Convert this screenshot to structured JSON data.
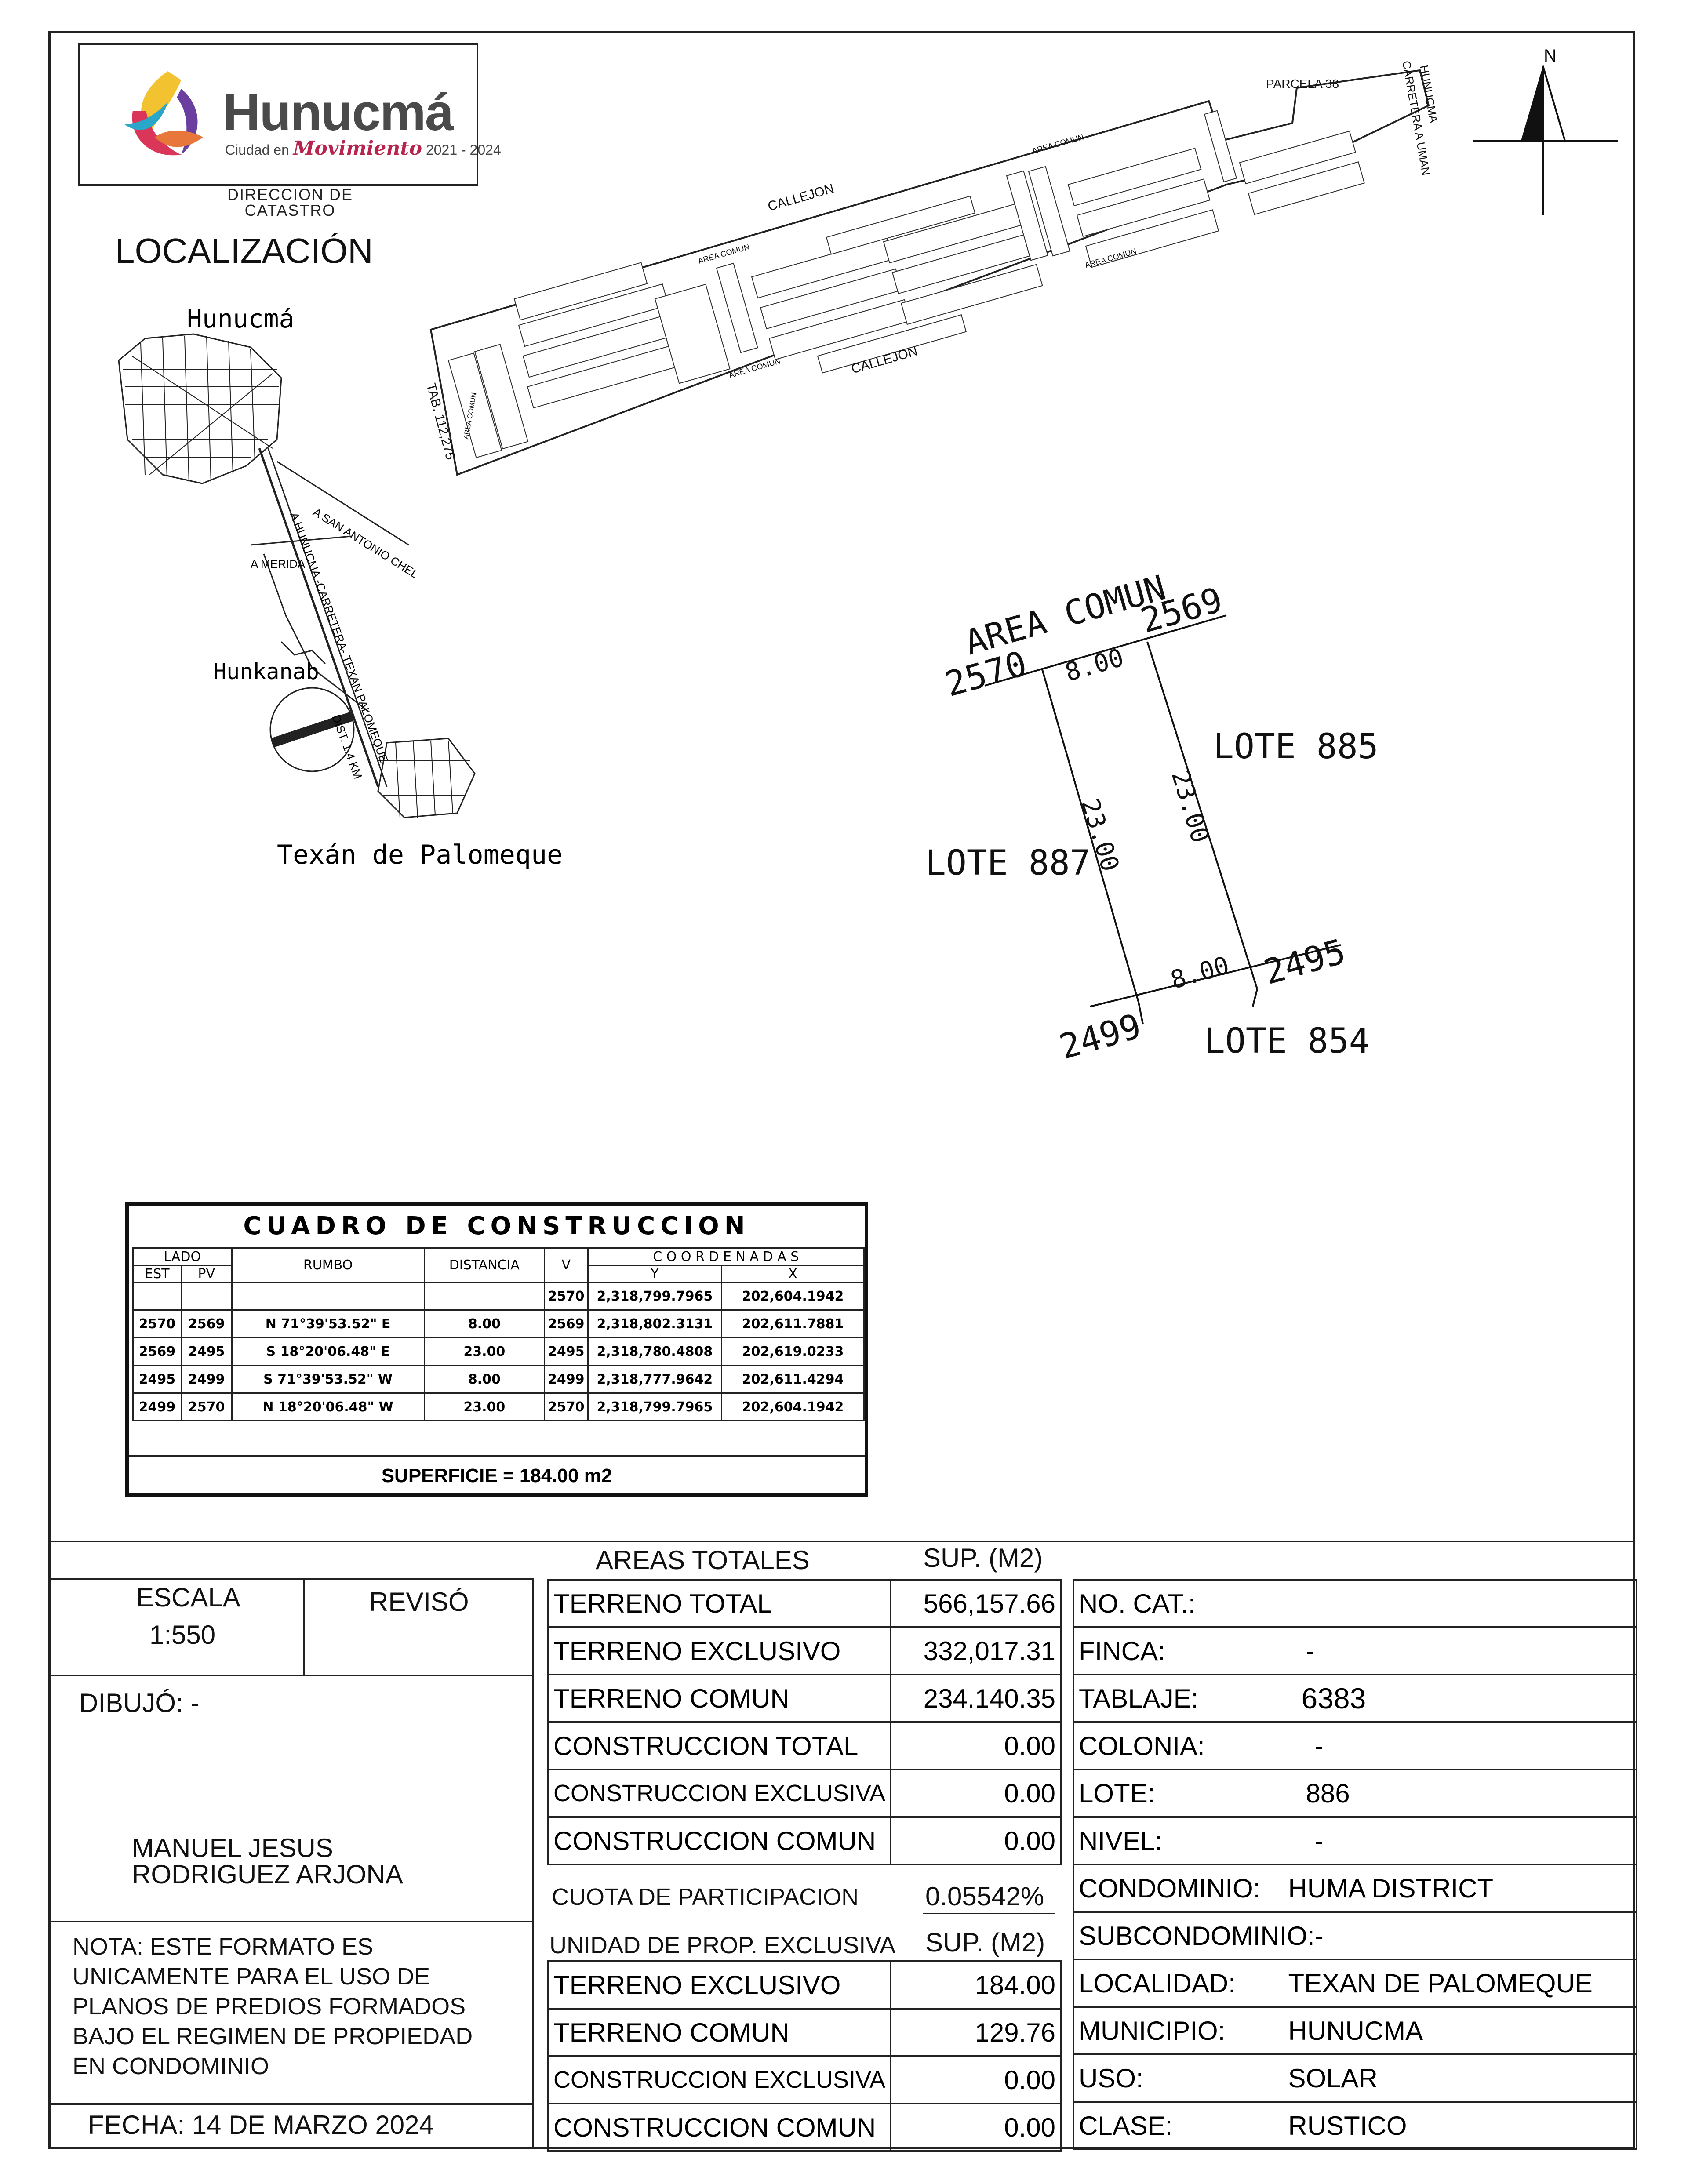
{
  "header": {
    "logo_text": "Hunucmá",
    "logo_sub_prefix": "Ciudad en",
    "logo_sub_script": "Movimiento",
    "logo_years": "2021 - 2024",
    "department": "DIRECCION DE CATASTRO",
    "section_title": "LOCALIZACIÓN"
  },
  "location_map": {
    "towns": [
      "Hunucmá",
      "Hunkanab",
      "Texán de Palomeque"
    ],
    "road_labels": [
      "A SAN ANTONIO CHEL",
      "A MERIDA",
      "A HUNUCMA -CARRETERA- TEXAN PALOMEQUE",
      "DIST. 1.4 KM"
    ]
  },
  "site_plan": {
    "labels": [
      "PARCELA 38",
      "CARRETERA A UMAN",
      "HUNUCMA",
      "CALLEJON",
      "CALLEJON",
      "AREA COMUN",
      "AREA COMUN",
      "AREA COMUN",
      "AREA COMUN",
      "AREA COMUN",
      "TAB. 112,275"
    ]
  },
  "lot_sketch": {
    "area_comun": "AREA COMUN",
    "vertices": [
      "2570",
      "2569",
      "2495",
      "2499"
    ],
    "sides": [
      "8.00",
      "23.00",
      "23.00",
      "8.00"
    ],
    "neighbors": [
      "LOTE 885",
      "LOTE 887",
      "LOTE 854"
    ]
  },
  "construction_table": {
    "title": "CUADRO DE CONSTRUCCION",
    "headers": {
      "lado": "LADO",
      "est": "EST",
      "pv": "PV",
      "rumbo": "RUMBO",
      "distancia": "DISTANCIA",
      "v": "V",
      "coordenadas": "C O O R D E N A D A S",
      "y": "Y",
      "x": "X"
    },
    "first_row": {
      "v": "2570",
      "y": "2,318,799.7965",
      "x": "202,604.1942"
    },
    "rows": [
      {
        "est": "2570",
        "pv": "2569",
        "rumbo": "N 71°39'53.52\" E",
        "distancia": "8.00",
        "v": "2569",
        "y": "2,318,802.3131",
        "x": "202,611.7881"
      },
      {
        "est": "2569",
        "pv": "2495",
        "rumbo": "S 18°20'06.48\" E",
        "distancia": "23.00",
        "v": "2495",
        "y": "2,318,780.4808",
        "x": "202,619.0233"
      },
      {
        "est": "2495",
        "pv": "2499",
        "rumbo": "S 71°39'53.52\" W",
        "distancia": "8.00",
        "v": "2499",
        "y": "2,318,777.9642",
        "x": "202,611.4294"
      },
      {
        "est": "2499",
        "pv": "2570",
        "rumbo": "N 18°20'06.48\" W",
        "distancia": "23.00",
        "v": "2570",
        "y": "2,318,799.7965",
        "x": "202,604.1942"
      }
    ],
    "superficie": "SUPERFICIE = 184.00 m2"
  },
  "left_block": {
    "escala_label": "ESCALA",
    "escala_value": "1:550",
    "reviso_label": "REVISÓ",
    "dibujo_label": "DIBUJÓ:",
    "dibujo_value": "-",
    "author_line1": "MANUEL JESUS",
    "author_line2": "RODRIGUEZ ARJONA",
    "nota": [
      "NOTA: ESTE FORMATO ES",
      "UNICAMENTE PARA EL USO DE",
      "PLANOS DE PREDIOS FORMADOS",
      "BAJO EL REGIMEN DE PROPIEDAD",
      "EN CONDOMINIO"
    ],
    "fecha": "FECHA: 14 DE MARZO 2024"
  },
  "areas": {
    "title": "AREAS TOTALES",
    "sup_header": "SUP. (M2)",
    "totals": [
      {
        "label": "TERRENO TOTAL",
        "value": "566,157.66"
      },
      {
        "label": "TERRENO EXCLUSIVO",
        "value": "332,017.31"
      },
      {
        "label": "TERRENO COMUN",
        "value": "234.140.35"
      },
      {
        "label": "CONSTRUCCION TOTAL",
        "value": "0.00"
      },
      {
        "label": "CONSTRUCCION EXCLUSIVA",
        "value": "0.00"
      },
      {
        "label": "CONSTRUCCION COMUN",
        "value": "0.00"
      }
    ],
    "cuota_label": "CUOTA DE PARTICIPACION",
    "cuota_value": "0.05542%",
    "unidad_label": "UNIDAD DE PROP. EXCLUSIVA",
    "unidad_sup": "SUP. (M2)",
    "unidad": [
      {
        "label": "TERRENO EXCLUSIVO",
        "value": "184.00"
      },
      {
        "label": "TERRENO COMUN",
        "value": "129.76"
      },
      {
        "label": "CONSTRUCCION EXCLUSIVA",
        "value": "0.00"
      },
      {
        "label": "CONSTRUCCION COMUN",
        "value": "0.00"
      }
    ]
  },
  "property": [
    {
      "label": "NO. CAT.:",
      "value": ""
    },
    {
      "label": "FINCA:",
      "value": "-"
    },
    {
      "label": "TABLAJE:",
      "value": "6383"
    },
    {
      "label": "COLONIA:",
      "value": "-"
    },
    {
      "label": "LOTE:",
      "value": "886"
    },
    {
      "label": "NIVEL:",
      "value": "-"
    },
    {
      "label": "CONDOMINIO:",
      "value": "HUMA DISTRICT"
    },
    {
      "label": "SUBCONDOMINIO:",
      "value": "-"
    },
    {
      "label": "LOCALIDAD:",
      "value": "TEXAN DE PALOMEQUE"
    },
    {
      "label": "MUNICIPIO:",
      "value": "HUNUCMA"
    },
    {
      "label": "USO:",
      "value": "SOLAR"
    },
    {
      "label": "CLASE:",
      "value": "RUSTICO"
    }
  ]
}
